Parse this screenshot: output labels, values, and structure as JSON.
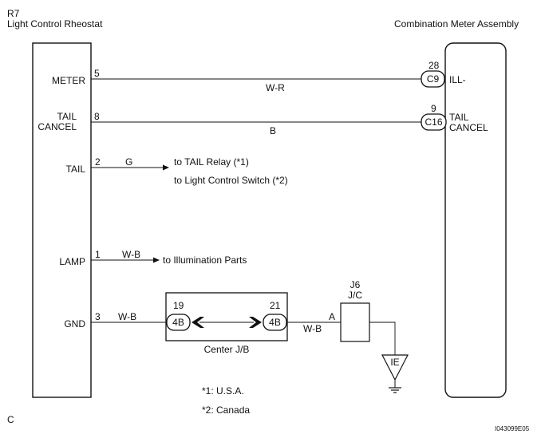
{
  "rheostat": {
    "code": "R7",
    "name": "Light Control Rheostat"
  },
  "meter_assembly": {
    "name": "Combination Meter Assembly"
  },
  "pins": [
    {
      "label": "METER",
      "num": "5",
      "wire": "W-R"
    },
    {
      "label_1": "TAIL",
      "label_2": "CANCEL",
      "num": "8",
      "wire": "B"
    },
    {
      "label": "TAIL",
      "num": "2",
      "wire": "G"
    },
    {
      "label": "LAMP",
      "num": "1",
      "wire": "W-B"
    },
    {
      "label": "GND",
      "num": "3",
      "wire": "W-B"
    }
  ],
  "meter_connectors": [
    {
      "connector": "C9",
      "pin": "28",
      "label": "ILL-"
    },
    {
      "connector": "C16",
      "pin": "9",
      "label_1": "TAIL",
      "label_2": "CANCEL"
    }
  ],
  "destinations": {
    "tail_relay": "to TAIL Relay (*1)",
    "light_control_switch": "to Light Control Switch (*2)",
    "illumination": "to Illumination Parts"
  },
  "center_jb": {
    "name": "Center J/B",
    "left_pin": "19",
    "left_conn": "4B",
    "right_pin": "21",
    "right_conn": "4B"
  },
  "jc": {
    "code": "J6",
    "name": "J/C",
    "terminal": "A",
    "wire": "W-B"
  },
  "ground": {
    "label": "IE"
  },
  "notes": [
    "*1: U.S.A.",
    "*2: Canada"
  ],
  "corner_letter": "C",
  "figure_id": "I043099E05"
}
